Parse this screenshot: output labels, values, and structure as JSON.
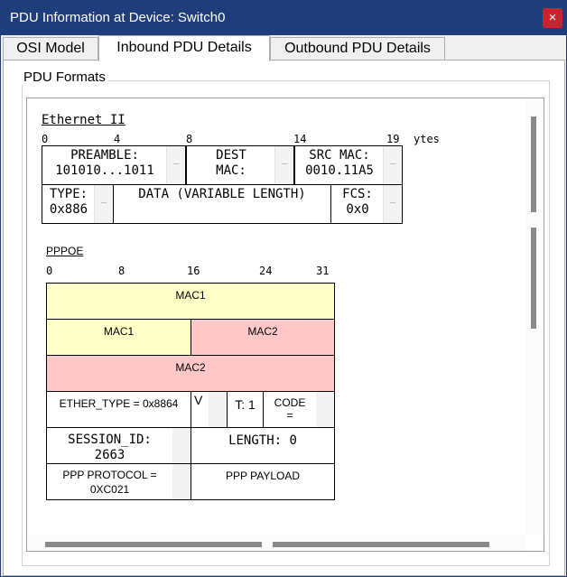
{
  "window": {
    "title": "PDU Information at Device: Switch0",
    "close_glyph": "×"
  },
  "tabs": [
    {
      "label": "OSI Model",
      "active": false
    },
    {
      "label": "Inbound PDU Details",
      "active": true
    },
    {
      "label": "Outbound PDU Details",
      "active": false
    }
  ],
  "group": {
    "legend": "PDU Formats"
  },
  "ethernet": {
    "title": "Ethernet II",
    "ticks": [
      "0",
      "4",
      "8",
      "14",
      "19"
    ],
    "bytes_label": "ytes",
    "fields": {
      "preamble": {
        "line1": "PREAMBLE:",
        "line2": "101010...1011"
      },
      "dest": {
        "line1": "DEST",
        "line2": "MAC:"
      },
      "src": {
        "line1": "SRC MAC:",
        "line2": "0010.11A5"
      },
      "type": {
        "line1": "TYPE:",
        "line2": "0x886"
      },
      "data": {
        "line1": "DATA (VARIABLE LENGTH)"
      },
      "fcs": {
        "line1": "FCS:",
        "line2": "0x0"
      }
    },
    "scroll_glyph": "_"
  },
  "pppoe": {
    "title": "PPPOE",
    "ticks": [
      "0",
      "8",
      "16",
      "24",
      "31"
    ],
    "fields": {
      "mac1_full": "MAC1",
      "mac1_half": "MAC1",
      "mac2_half": "MAC2",
      "mac2_full": "MAC2",
      "ether_type": "ETHER_TYPE = 0x8864",
      "v": "V",
      "t": "T: 1",
      "code": {
        "line1": "CODE",
        "line2": "="
      },
      "session_id": {
        "line1": "SESSION_ID:",
        "line2": "2663"
      },
      "length": "LENGTH: 0",
      "ppp_protocol": {
        "line1": "PPP PROTOCOL =",
        "line2": "0XC021"
      },
      "ppp_payload": "PPP PAYLOAD"
    }
  },
  "colors": {
    "title_bar": "#1f3d7a",
    "close": "#c8242f",
    "mac1": "#ffffc8",
    "mac2": "#ffc8c8"
  }
}
